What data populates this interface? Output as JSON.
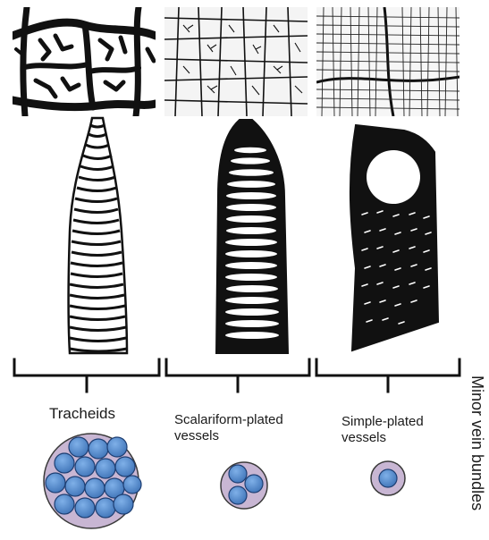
{
  "categories": [
    {
      "id": "tracheids",
      "label": "Tracheids",
      "label_lines": [
        "Tracheids"
      ]
    },
    {
      "id": "scalariform",
      "label": "Scalariform-plated vessels",
      "label_lines": [
        "Scalariform-plated",
        "vessels"
      ]
    },
    {
      "id": "simple",
      "label": "Simple-plated vessels",
      "label_lines": [
        "Simple-plated",
        "vessels"
      ]
    }
  ],
  "side_label": "Minor vein bundles",
  "colors": {
    "ink": "#111111",
    "bundle_fill": "#c8b6d3",
    "bundle_stroke": "#3a3a3a",
    "cell_fill": "#4f86c6",
    "cell_stroke": "#1e3f73",
    "background": "#ffffff"
  }
}
